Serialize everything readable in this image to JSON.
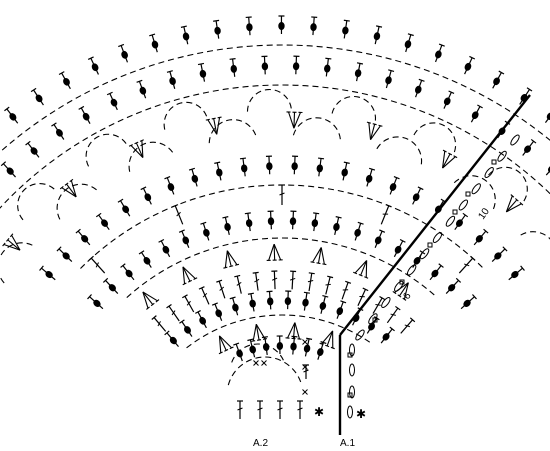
{
  "diagram": {
    "chart_labels": {
      "left": "A.2",
      "right": "A.1"
    },
    "row_numbers": {
      "lower": "6",
      "upper": "10"
    },
    "symbols": {
      "treble": "treble-crochet-symbol",
      "treble_cluster": "treble-cluster-symbol",
      "picot_treble": "picot-treble-symbol",
      "chain_arc": "chain-arc-symbol",
      "chain_stitch": "chain-stitch-symbol",
      "single_crochet": "single-crochet-symbol",
      "start_star": "starting-star-symbol",
      "small_square": "small-square-symbol"
    },
    "colors": {
      "ink": "#000000",
      "paper": "#ffffff"
    }
  }
}
